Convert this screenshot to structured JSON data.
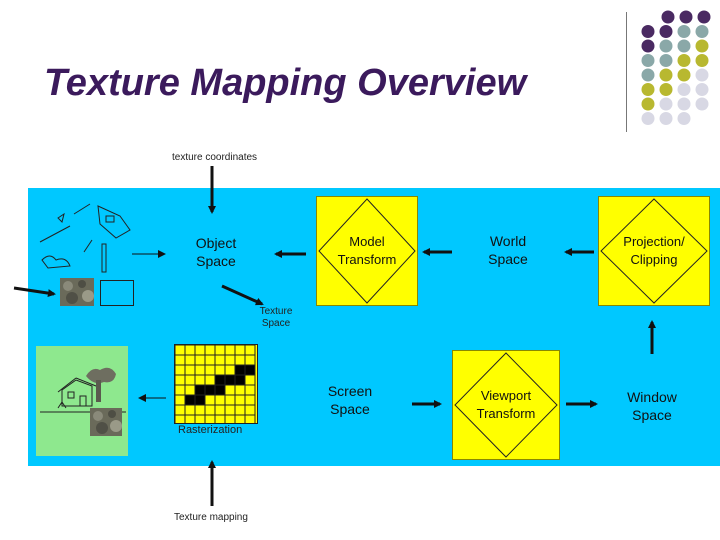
{
  "title": "Texture Mapping Overview",
  "colors": {
    "title": "#3b1a5c",
    "panel": "#00c8ff",
    "box": "#ffff00",
    "dot_purple": "#4a2a62",
    "dot_teal": "#8aa8a8",
    "dot_olive": "#b8b830",
    "dot_grey": "#d8d8e4",
    "scene": "#8ee88e"
  },
  "labels": {
    "texture_coordinates": "texture coordinates",
    "object_space": "Object\nSpace",
    "model_transform": "Model\nTransform",
    "world_space": "World\nSpace",
    "projection_clipping": "Projection/\nClipping",
    "texture_space": "Texture\nSpace",
    "screen_space": "Screen\nSpace",
    "viewport_transform": "Viewport\nTransform",
    "window_space": "Window\nSpace",
    "rasterization": "Rasterization",
    "texture_mapping": "Texture mapping"
  },
  "icons": [
    "house-sketch-icon",
    "tree-icon",
    "texture-swatch-icon",
    "checkerboard-grid-icon",
    "arrow-icon"
  ]
}
